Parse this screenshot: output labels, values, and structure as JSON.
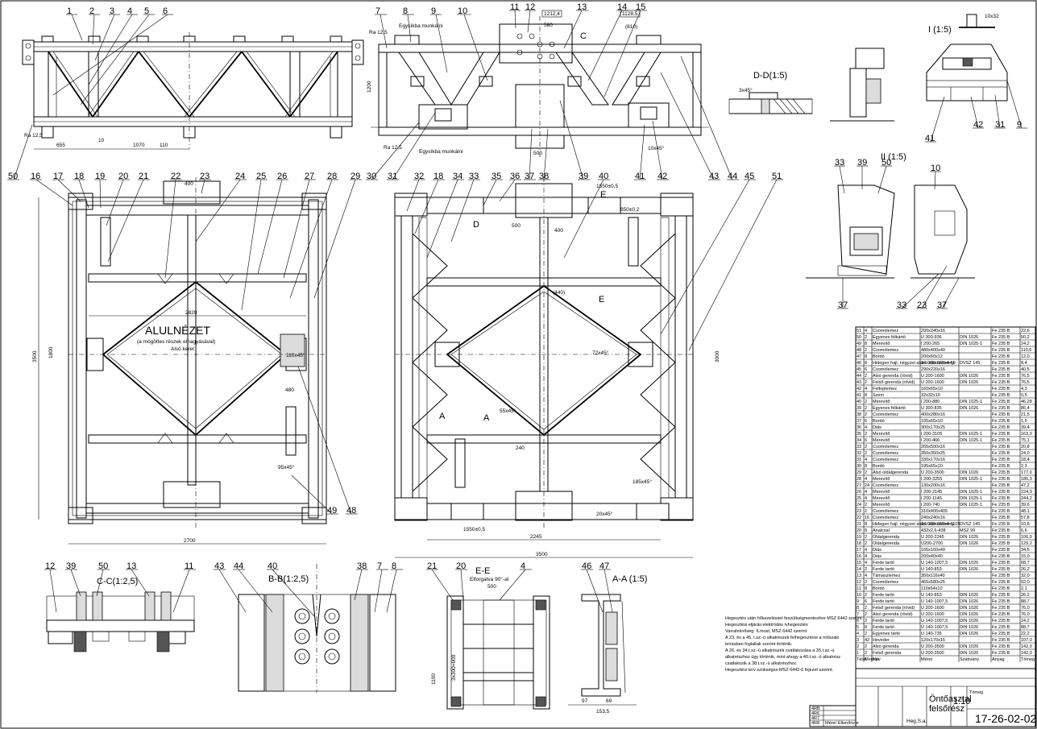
{
  "drawing": {
    "title_line1": "Öntőasztal",
    "title_line2": "felsőrész",
    "number": "17-26-02-02",
    "scale": "1:10",
    "weight_label": "Tömeg",
    "lower_view_title": "ALULNÉZET",
    "lower_view_sub1": "(a mögöttes részek elhagyásával)",
    "lower_view_sub2": "Alsó keret",
    "label_measurer": "Mérel",
    "label_approve": "Ellenőrizte",
    "label_hegy": "Heg.S.a."
  },
  "sections": {
    "dd": "D-D(1:5)",
    "i": "I (1:5)",
    "ii": "II (1:5)",
    "cc": "C-C(1:2,5)",
    "bb": "B-B(1:2,5)",
    "ee": "E-E",
    "ee_sub": "Elforgatva 90°-al",
    "aa": "A-A (1:5)"
  },
  "balloons_top": [
    "1",
    "2",
    "3",
    "4",
    "5",
    "6",
    "7",
    "8",
    "9",
    "10",
    "11",
    "12",
    "13",
    "14",
    "15"
  ],
  "balloons_mid": [
    "50",
    "16",
    "17",
    "18",
    "19",
    "20",
    "21",
    "22",
    "23",
    "24",
    "25",
    "26",
    "27",
    "28",
    "29",
    "30",
    "31",
    "32",
    "18",
    "34",
    "33",
    "35",
    "36",
    "37",
    "38",
    "39",
    "40",
    "41",
    "42",
    "43",
    "44",
    "45",
    "51"
  ],
  "balloons_bottom_left": [
    "49",
    "48"
  ],
  "balloons_cc": [
    "12",
    "39",
    "50",
    "13",
    "11"
  ],
  "balloons_bb": [
    "43",
    "44",
    "40",
    "38",
    "7",
    "8"
  ],
  "balloons_ee": [
    "21",
    "20",
    "4"
  ],
  "balloons_aa": [
    "46",
    "47"
  ],
  "balloons_i": [
    "41",
    "42",
    "31",
    "9"
  ],
  "balloons_ii_top": [
    "33",
    "39",
    "50",
    "10"
  ],
  "balloons_ii_bottom": [
    "37",
    "33",
    "23",
    "37"
  ],
  "dims": {
    "d655": "655",
    "d1070": "1070",
    "d10": "10",
    "d110": "110",
    "d1200": "1200",
    "d2820": "2820",
    "d3500": "3500",
    "d2700": "2700",
    "d1800": "1800",
    "d1550": "1550±0,5",
    "d2245": "2245",
    "d950": "950±0,2",
    "d480": "480",
    "d400": "400",
    "d500": "500",
    "d240": "240",
    "d440": "(440)",
    "d3000": "3000",
    "d1550b": "1550±0,5",
    "d810": "(810)",
    "d580": "580",
    "d1212": "1212,4",
    "d1128": "1128,5",
    "d1100": "1100",
    "d1535": "153,5",
    "d69": "69",
    "d97": "97",
    "d110x45": "110x45°",
    "d72x45": "72x45°",
    "d55x45": "55x45°",
    "d185x45": "185x45°",
    "d95x45": "95x45°",
    "d20x45": "20x45°",
    "d10x45": "10x45°",
    "ra125": "Ra 12,5",
    "egyalapu": "Egysíkba munkálni",
    "d3x300": "3x300=900"
  },
  "notes": [
    "Hegesztés után hőkezeléssel feszültségmentesítve MSZ 6442 szerint.",
    "Hegesztési eljárás:elektródás ívhegesztés",
    "Varratminőség: ILmost, MSZ 6442 szerint",
    "A 23. és a 45. t.sz.-ú alkatrészek felhegesztése a műszaki",
    "leírásban foglaltak szerint történik.",
    "A 26. és 34.t.sz.-ú alkatrészek csatlakozása a 35.t.sz.-ú",
    "alkatrészhez úgy történik, mint ahogy a 40.t.sz.-ú alkatrész",
    "csatlakozik a 38.t.sz.-ú alkatrészhez.",
    "Hegesztési terv szükséges:MSZ 6442-6 fejezet szerint."
  ],
  "bom_header": {
    "tsz": "Tétel",
    "db": "Mennyi",
    "name": "Név",
    "size": "Méret",
    "std": "Szabvány",
    "mat": "Anyag",
    "mass": "Tömeg"
  },
  "bom": [
    [
      "51",
      "4",
      "Csomólemez",
      "200x240x16",
      "",
      "Fe 235 B",
      "22,6"
    ],
    [
      "50",
      "2",
      "Egyenes félkártó",
      "U 300-936",
      "DIN 1026",
      "Fe 235 B",
      "50,2"
    ],
    [
      "49",
      "8",
      "Merevítő",
      "I 200-265",
      "DIN 1025-1",
      "Fe 235 B",
      "24,2"
    ],
    [
      "48",
      "2",
      "Csomólemez",
      "480x400x40",
      "",
      "Fe 235 B",
      "110,6"
    ],
    [
      "47",
      "8",
      "Bordó",
      "200x60x12",
      "",
      "Fe 235 B",
      "12,0"
    ],
    [
      "46",
      "8",
      "Hidegen hajl. négyzet alakú zárt szelvény",
      "14-065x065x4-69",
      "DVSZ 145",
      "Fe 235 B",
      "8,4"
    ],
    [
      "45",
      "6",
      "Csomólemez",
      "290x220x16",
      "",
      "Fe 235 B",
      "40,5"
    ],
    [
      "44",
      "2",
      "Alsó gerenda (rövid)",
      "U 200-1600",
      "DIN 1026",
      "Fe 235 B",
      "76,5"
    ],
    [
      "43",
      "2",
      "Felső gerenda (rövid)",
      "U 200-1600",
      "DIN 1026",
      "Fe 235 B",
      "76,5"
    ],
    [
      "42",
      "4",
      "Feltoplemez",
      "160x65x10",
      "",
      "Fe 235 B",
      "4,3"
    ],
    [
      "41",
      "8",
      "Szem",
      "32x32x10",
      "",
      "Fe 235 B",
      "0,5"
    ],
    [
      "40",
      "2",
      "Merevítő",
      "I 200-880",
      "DIN 1025-1",
      "Fe 235 B",
      "46,28"
    ],
    [
      "39",
      "2",
      "Egyenes félkártó",
      "U 300-835",
      "DIN 1026",
      "Fe 235 B",
      "86,4"
    ],
    [
      "38",
      "2",
      "Csomólemez",
      "400x280x16",
      "",
      "Fe 235 B",
      "21,5"
    ],
    [
      "37",
      "6",
      "Bordó",
      "105x65x10",
      "",
      "Fe 235 B",
      "1,5"
    ],
    [
      "36",
      "4",
      "Diás",
      "300x170x25",
      "",
      "Fe 235 B",
      "39,4"
    ],
    [
      "35",
      "2",
      "Merevítő",
      "I 200-3105",
      "DIN 1025-1",
      "Fe 235 B",
      "163,0"
    ],
    [
      "34",
      "6",
      "Merevítő",
      "I 200-466",
      "DIN 1025-1",
      "Fe 235 B",
      "75,1"
    ],
    [
      "33",
      "2",
      "Csomólemez",
      "265x500x16",
      "",
      "Fe 235 B",
      "20,8"
    ],
    [
      "32",
      "2",
      "Csomólemez",
      "350x350x25",
      "",
      "Fe 235 B",
      "24,0"
    ],
    [
      "31",
      "4",
      "Csomólemez",
      "330x170x16",
      "",
      "Fe 235 B",
      "18,4"
    ],
    [
      "30",
      "8",
      "Bordó",
      "195x65x10",
      "",
      "Fe 235 B",
      "2,3"
    ],
    [
      "29",
      "2",
      "Alsó oldalgerenda",
      "U 200-3500",
      "DIN 1026",
      "Fe 235 B",
      "177,0"
    ],
    [
      "28",
      "4",
      "Merevítő",
      "I 200-3255",
      "DIN 1025-1",
      "Fe 235 B",
      "185,3"
    ],
    [
      "27",
      "24",
      "Csomólemez",
      "130x200x16",
      "",
      "Fe 235 B",
      "47,2"
    ],
    [
      "26",
      "4",
      "Merevítő",
      "I 200-2145",
      "DIN 1025-1",
      "Fe 235 B",
      "224,9"
    ],
    [
      "25",
      "4",
      "Merevítő",
      "I 200-1145",
      "DIN 1025-1",
      "Fe 235 B",
      "244,2"
    ],
    [
      "24",
      "2",
      "Merevítő",
      "I 200-740",
      "DIN 1025-1",
      "Fe 235 B",
      "39,6"
    ],
    [
      "23",
      "2",
      "Csomólemez",
      "310x405x405",
      "",
      "Fe 235 B",
      "48,1"
    ],
    [
      "22",
      "16",
      "Csomólemez",
      "240x240x16",
      "",
      "Fe 235 B",
      "57,8"
    ],
    [
      "21",
      "8",
      "Hidegen hajl. négyzet alakú zárt szelvény",
      "14-065x065x4-1105",
      "DVSZ 145",
      "Fe 235 B",
      "10,8"
    ],
    [
      "20",
      "8",
      "Analcsal",
      "432x2,6-438",
      "MSZ 99",
      "Fe 235 B",
      "6,6"
    ],
    [
      "19",
      "2",
      "Oldalgerenda",
      "U 200-2245",
      "DIN 1026",
      "Fe 235 B",
      "106,0"
    ],
    [
      "18",
      "2",
      "Oldalgerenda",
      "U200-2700",
      "DIN 1026",
      "Fe 235 B",
      "129,2"
    ],
    [
      "17",
      "4",
      "Diás",
      "165x160x40",
      "",
      "Fe 235 B",
      "34,5"
    ],
    [
      "16",
      "4",
      "Diás",
      "200x40x40",
      "",
      "Fe 235 B",
      "15,0"
    ],
    [
      "15",
      "4",
      "Ferde tartó",
      "U 140-1007,5",
      "DIN 1026",
      "Fe 235 B",
      "68,7"
    ],
    [
      "14",
      "2",
      "Ferde tartó",
      "U 140-853",
      "DIN 1026",
      "Fe 235 B",
      "26,2"
    ],
    [
      "13",
      "4",
      "Támaszlemez",
      "350x116x40",
      "",
      "Fe 235 B",
      "32,0"
    ],
    [
      "12",
      "2",
      "Csomólemez",
      "465x580x25",
      "",
      "Fe 235 B",
      "92,0"
    ],
    [
      "11",
      "8",
      "Bordó",
      "110x64x10",
      "",
      "Fe 235 B",
      "2,1"
    ],
    [
      "10",
      "2",
      "Ferde tartó",
      "U 140-853",
      "DIN 1026",
      "Fe 235 B",
      "26,2"
    ],
    [
      "9",
      "6",
      "Ferde tartó",
      "U 140-1007,5",
      "DIN 1026",
      "Fe 235 B",
      "88,7"
    ],
    [
      "8",
      "2",
      "Felső gerenda (rövid)",
      "U 200-1600",
      "DIN 1026",
      "Fe 235 B",
      "76,0"
    ],
    [
      "7",
      "2",
      "Alsó gerenda (rövid)",
      "U 200-1600",
      "DIN 1026",
      "Fe 235 B",
      "76,0"
    ],
    [
      "6",
      "2",
      "Ferde tartó",
      "U 140-1007,5",
      "DIN 1026",
      "Fe 235 B",
      "24,2"
    ],
    [
      "5",
      "8",
      "Ferde tartó",
      "U 140-1007,5",
      "DIN 1026",
      "Fe 235 B",
      "88,7"
    ],
    [
      "4",
      "2",
      "Egyenes tartó",
      "U 140-735",
      "DIN 1026",
      "Fe 235 B",
      "22,2"
    ],
    [
      "3",
      "42",
      "Heveder",
      "120x170x16",
      "",
      "Fe 235 B",
      "107,0"
    ],
    [
      "2",
      "2",
      "Alsó gerenda",
      "U 200-3500",
      "DIN 1026",
      "Fe 235 B",
      "142,0"
    ],
    [
      "1",
      "2",
      "Felső gerenda",
      "U 200-3500",
      "DIN 1026",
      "Fe 235 B",
      "142,0"
    ]
  ],
  "revisions": [
    "4RB",
    "4R6",
    "4R7",
    "4R8"
  ]
}
